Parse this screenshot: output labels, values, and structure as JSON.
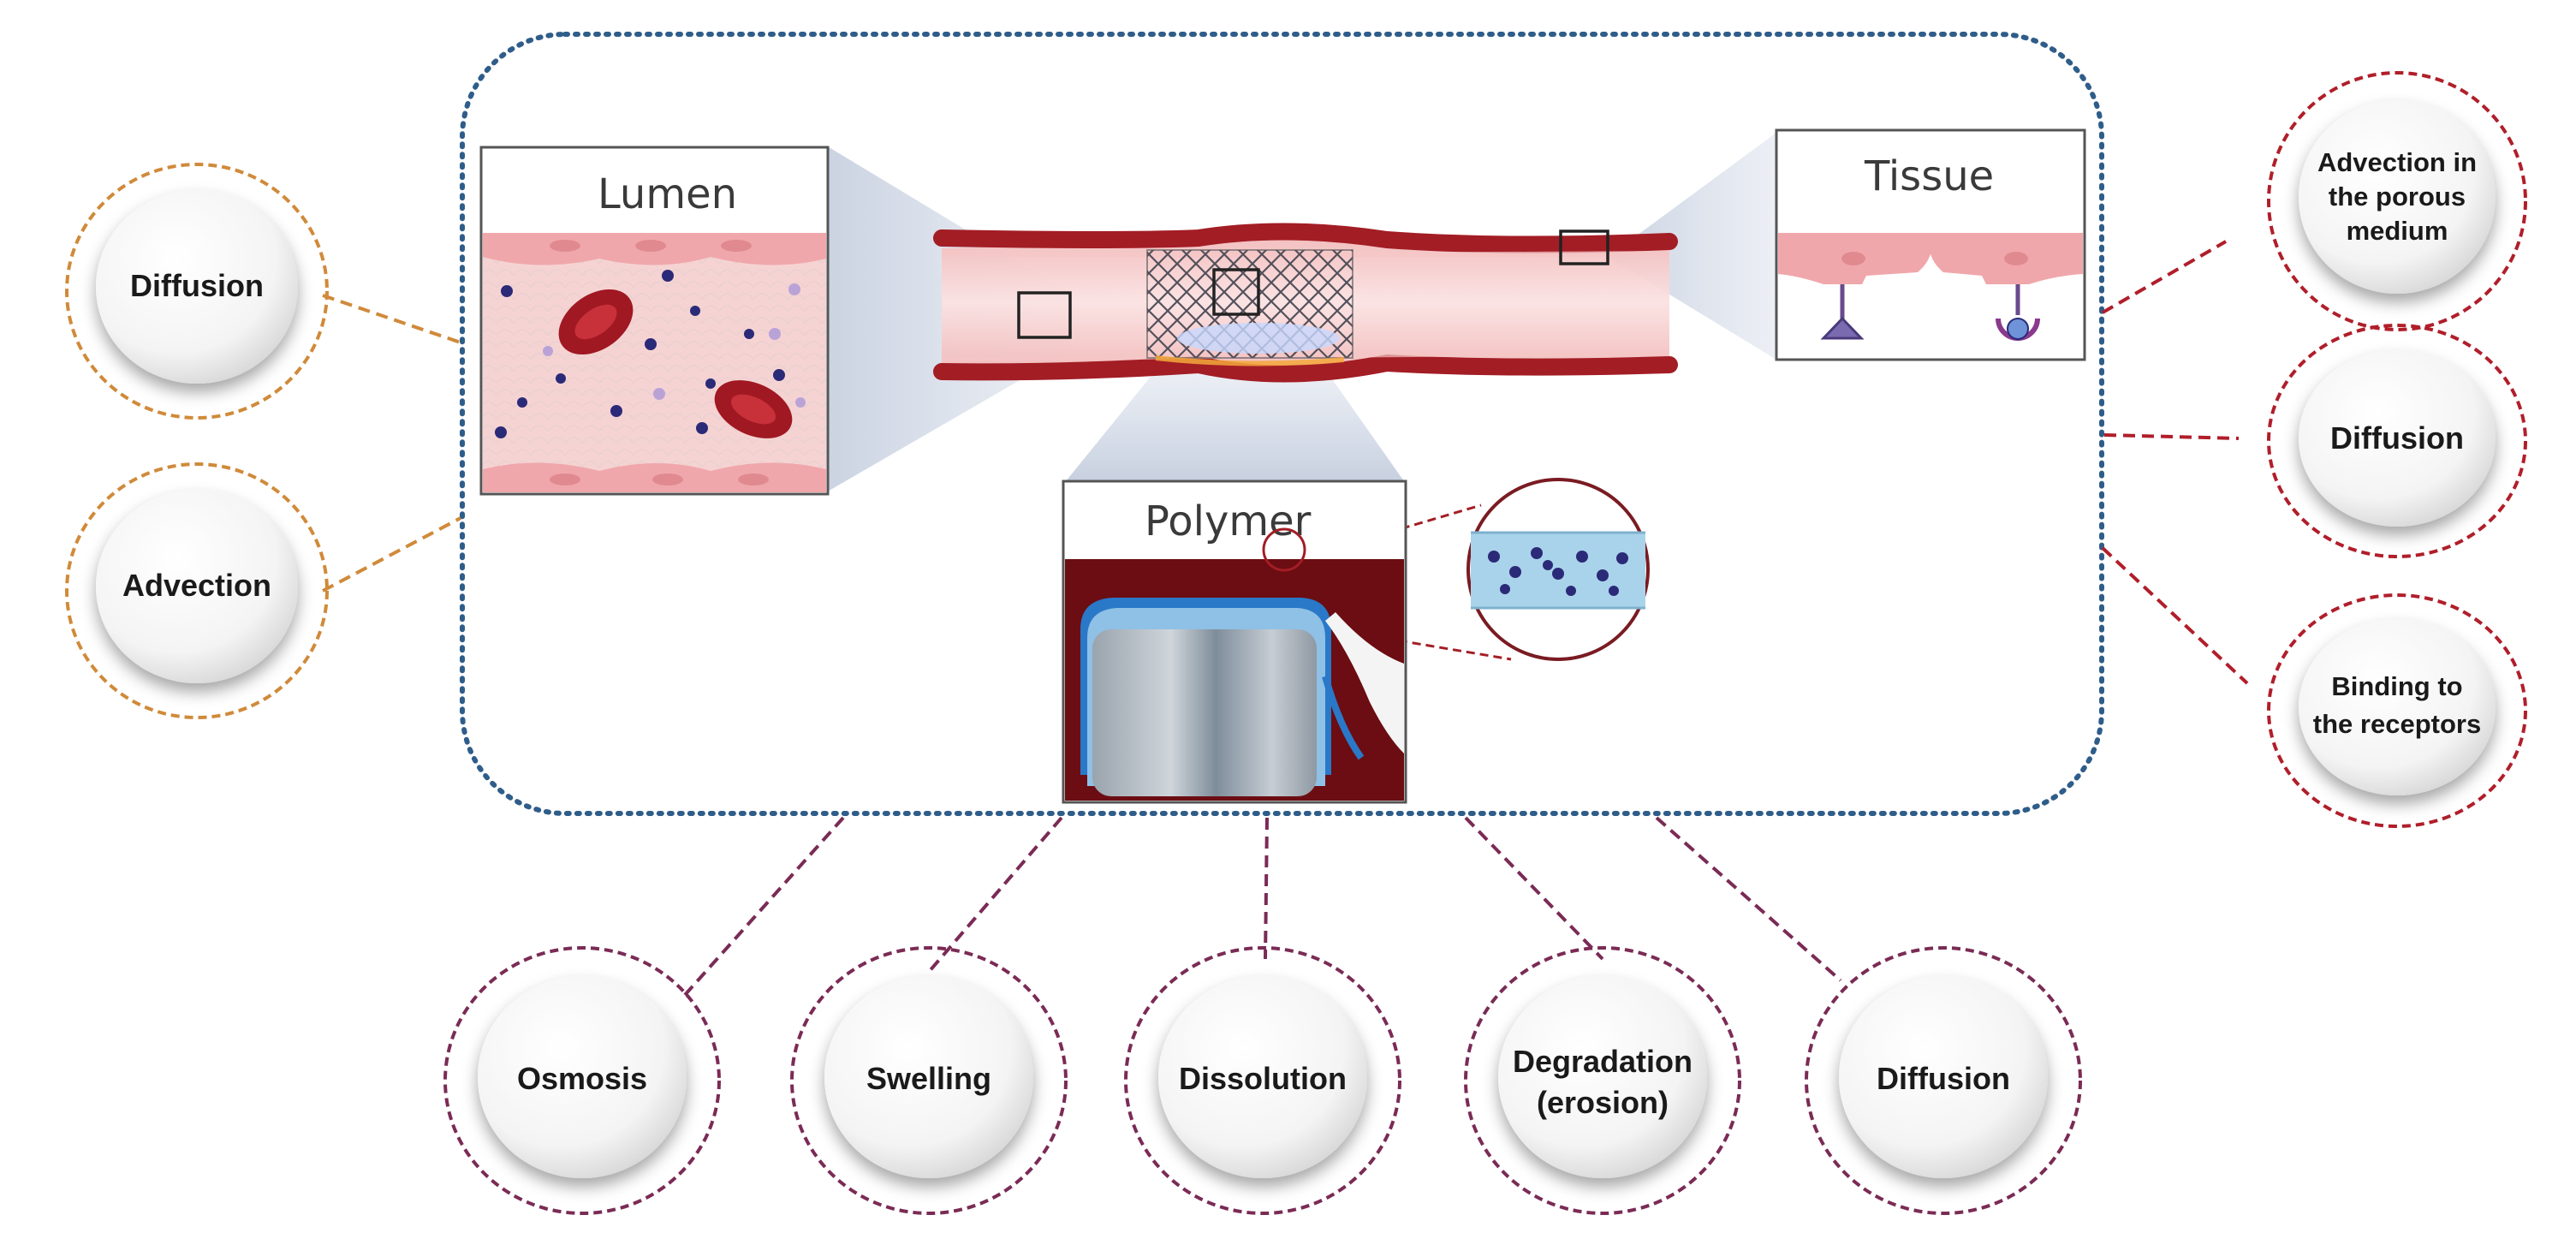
{
  "panels": {
    "lumen": "Lumen",
    "tissue": "Tissue",
    "polymer": "Polymer"
  },
  "left_bubbles": {
    "diffusion": "Diffusion",
    "advection": "Advection"
  },
  "right_bubbles": {
    "advection_porous": [
      "Advection in",
      "the porous",
      "medium"
    ],
    "diffusion": "Diffusion",
    "binding": [
      "Binding to",
      "the receptors"
    ]
  },
  "bottom_bubbles": {
    "osmosis": "Osmosis",
    "swelling": "Swelling",
    "dissolution": "Dissolution",
    "degradation": [
      "Degradation",
      "(erosion)"
    ],
    "diffusion": "Diffusion"
  },
  "colors": {
    "container_border": "#2f5d8a",
    "left_dash": "#d08a3a",
    "right_dash": "#b01e2a",
    "bottom_dash": "#7a2b55",
    "vessel_wall": "#a31d25",
    "lumen_fill": "#f6d3d3"
  }
}
